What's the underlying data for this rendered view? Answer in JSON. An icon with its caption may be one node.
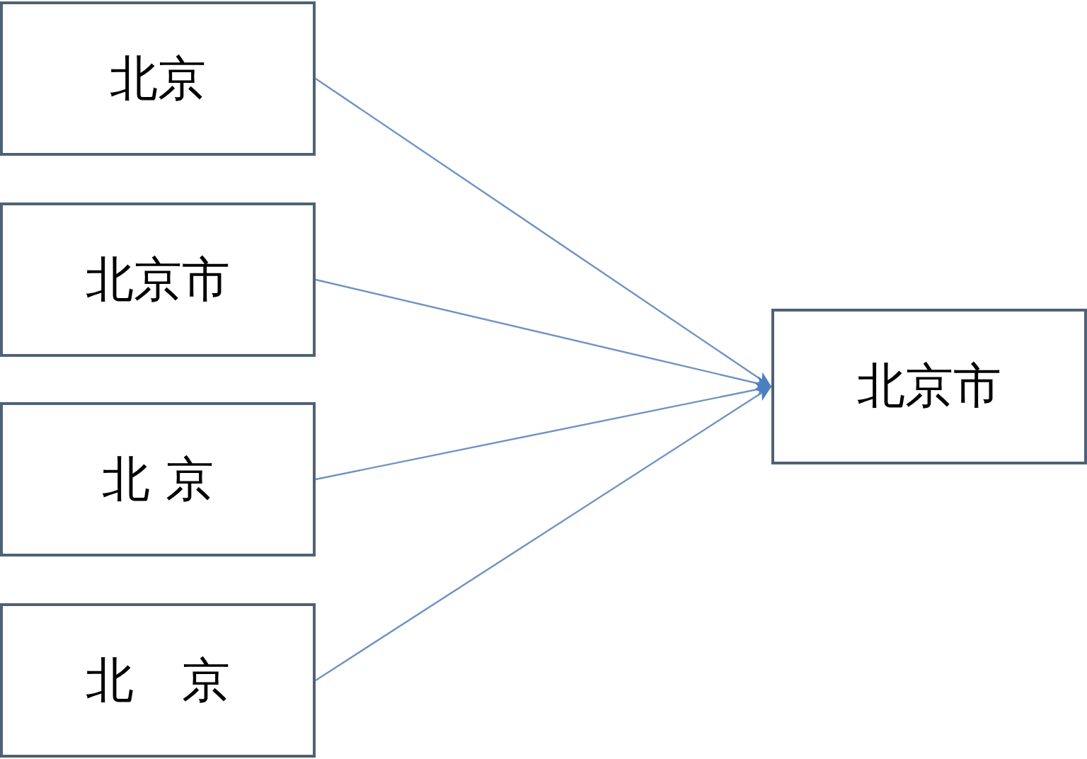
{
  "diagram": {
    "nodes": [
      {
        "text": [
          "北京"
        ]
      },
      {
        "text": [
          "北京市"
        ]
      },
      {
        "text": [
          "北 京"
        ]
      },
      {
        "text": [
          "北　京"
        ]
      },
      {
        "text": [
          "北京市"
        ]
      }
    ],
    "edges": [
      {
        "from": 0,
        "to": 4,
        "arrow": "to"
      },
      {
        "from": 1,
        "to": 4,
        "arrow": "to"
      },
      {
        "from": 2,
        "to": 4,
        "arrow": "to"
      },
      {
        "from": 3,
        "to": 4,
        "arrow": "to"
      }
    ]
  }
}
